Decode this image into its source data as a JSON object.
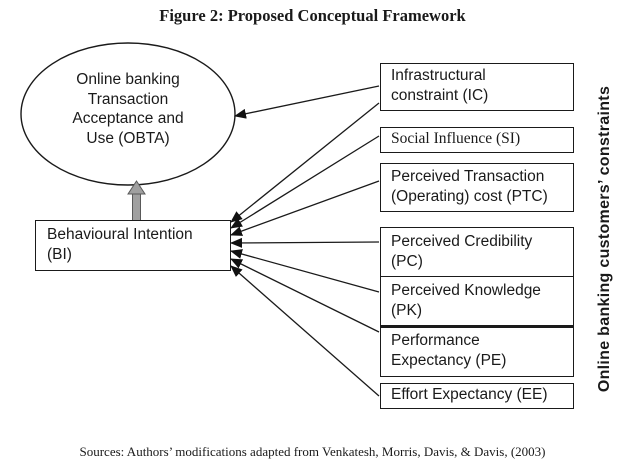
{
  "figure": {
    "title": "Figure 2: Proposed Conceptual Framework",
    "source": "Sources: Authors’ modifications adapted from Venkatesh, Morris, Davis, & Davis, (2003)"
  },
  "diagram": {
    "outcome_ellipse": {
      "id": "obta",
      "lines": [
        "Online banking",
        "Transaction",
        "Acceptance and",
        "Use (OBTA)"
      ]
    },
    "intention_box": {
      "id": "bi",
      "lines": [
        "Behavioural Intention",
        "(BI)"
      ]
    },
    "side_label": "Online banking customers’ constraints",
    "factors": [
      {
        "id": "ic",
        "lines": [
          "Infrastructural",
          "constraint (IC)"
        ]
      },
      {
        "id": "si",
        "lines": [
          "Social Influence (SI)"
        ]
      },
      {
        "id": "ptc",
        "lines": [
          "Perceived Transaction",
          "(Operating) cost (PTC)"
        ]
      },
      {
        "id": "pc",
        "lines": [
          "Perceived Credibility",
          "(PC)"
        ]
      },
      {
        "id": "pk",
        "lines": [
          "Perceived Knowledge",
          "(PK)"
        ]
      },
      {
        "id": "pe",
        "lines": [
          "Performance",
          "Expectancy (PE)"
        ]
      },
      {
        "id": "ee",
        "lines": [
          "Effort Expectancy (EE)"
        ]
      }
    ],
    "edges": [
      {
        "from": "ic",
        "to": "obta",
        "style": "thin-arrow"
      },
      {
        "from": "ic",
        "to": "bi",
        "style": "thin-arrow"
      },
      {
        "from": "si",
        "to": "bi",
        "style": "thin-arrow"
      },
      {
        "from": "ptc",
        "to": "bi",
        "style": "thin-arrow"
      },
      {
        "from": "pc",
        "to": "bi",
        "style": "thin-arrow"
      },
      {
        "from": "pk",
        "to": "bi",
        "style": "thin-arrow"
      },
      {
        "from": "pe",
        "to": "bi",
        "style": "thin-arrow"
      },
      {
        "from": "ee",
        "to": "bi",
        "style": "thin-arrow"
      },
      {
        "from": "bi",
        "to": "obta",
        "style": "thick-gray-arrow"
      }
    ]
  },
  "colors": {
    "background": "#ffffff",
    "line": "#1a1a1a",
    "gray_arrow_fill": "#a0a0a0",
    "gray_arrow_edge": "#595959"
  }
}
